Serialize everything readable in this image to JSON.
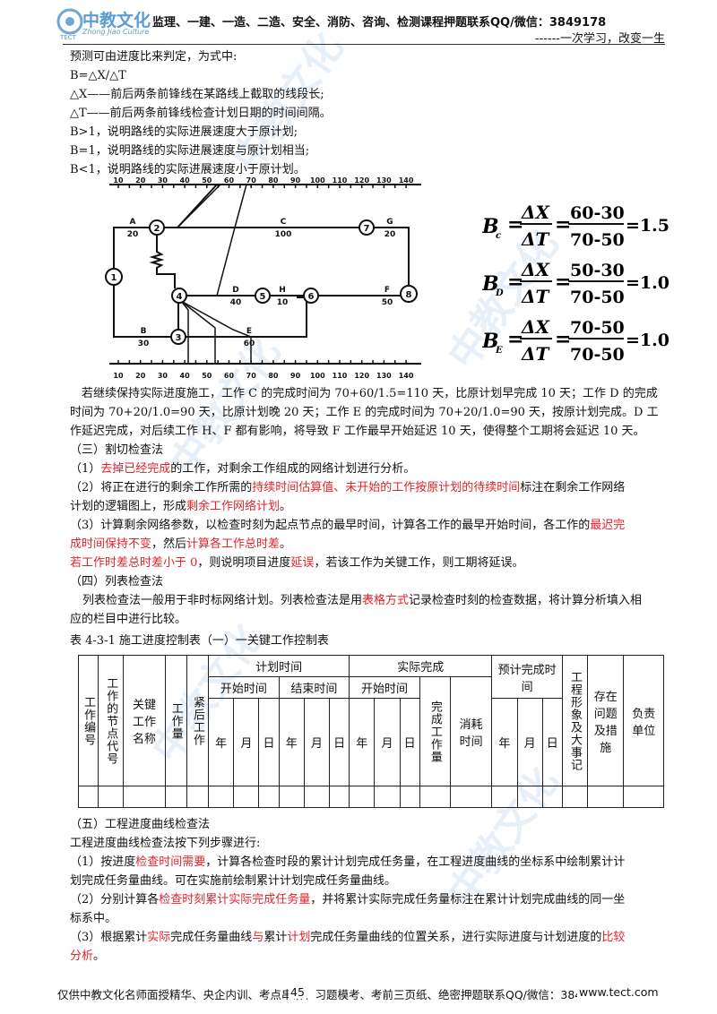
{
  "header": {
    "logo_cn": "中教文化",
    "logo_en": "Zhong Jiao Culture",
    "logo_sub": "TECT",
    "title": "监理、一建、一造、二造、安全、消防、咨询、检测课程押题联系QQ/微信：3849178",
    "slogan": "------一次学习，改变一生"
  },
  "body": {
    "l1": "预测可由进度比来判定，为式中:",
    "l2": "B=△X/△T",
    "l3": "△X——前后两条前锋线在某路线上截取的线段长;",
    "l4": "△T——前后两条前锋线检查计划日期的时间间隔。",
    "l5": "B>1，说明路线的实际进展速度大于原计划;",
    "l6": "B=1，说明路线的实际进展速度与原计划相当;",
    "l7": "B<1，说明路线的实际进展速度小于原计划。",
    "p1": "若继续保持实际进度施工，工作 C 的完成时间为 70+60/1.5=110 天，比原计划早完成 10 天；工作 D 的完成时间为 70+20/1.0=90 天，比原计划晚 20 天；工作 E 的完成时间为 70+20/1.0=90 天，按原计划完成。D 工作延迟完成，对后续工作 H、F 都有影响，将导致 F 工作最早开始延迟 10 天，使得整个工期将会延迟 10 天。",
    "s3": "（三）割切检查法",
    "s3_1a": "（1）",
    "s3_1b": "去掉已经完成",
    "s3_1c": "的工作，对剩余工作组成的网络计划进行分析。",
    "s3_2a": "（2）将正在进行的剩余工作所需的",
    "s3_2b": "持续时间估算值、未开始的工作按原计划的待续时间",
    "s3_2c": "标注在剩余工作网络",
    "s3_2d": "计划的逻辑图上，形成",
    "s3_2e": "剩余工作网络计划",
    "s3_2f": "。",
    "s3_3a": "（3）计算剩余网络参数，以检查时刻为起点节点的最早时间，计算各工作的最早开始时间，各工作的",
    "s3_3b": "最迟完",
    "s3_3c": "成时间保持不变",
    "s3_3d": "，然后",
    "s3_3e": "计算各工作总时差",
    "s3_3f": "。",
    "s3_4a": "若工作时差总时差小于 0",
    "s3_4b": "，则说明项目进度",
    "s3_4c": "延误",
    "s3_4d": "，若该工作为关键工作，则工期将延误。",
    "s4": "（四）列表检查法",
    "s4_1a": "列表检查法一般用于非时标网络计划。列表检查法是用",
    "s4_1b": "表格方式",
    "s4_1c": "记录检查时刻的检查数据，将计算分析填入相",
    "s4_1d": "应的栏目中进行比较。",
    "table_caption": "表 4-3-1   施工进度控制表（一）一关键工作控制表",
    "s5": "（五）工程进度曲线检查法",
    "s5_0": "工程进度曲线检查法按下列步骤进行:",
    "s5_1a": "（1）按进度",
    "s5_1b": "检查时间需要",
    "s5_1c": "，计算各检查时段的累计计划完成任务量，在工程进度曲线的坐标系中绘制累计计",
    "s5_1d": "划完成任务量曲线。可在实施前绘制累计计划完成任务量曲线。",
    "s5_2a": "（2）分别计算各",
    "s5_2b": "检查时刻累计实际完成任务量",
    "s5_2c": "，并将累计实际完成任务量标注在累计计划完成曲线的同一坐",
    "s5_2d": "标系中。",
    "s5_3a": "（3）根据累计",
    "s5_3b": "实际",
    "s5_3c": "完成任务量曲线",
    "s5_3d": "与",
    "s5_3e": "累计",
    "s5_3f": "计划",
    "s5_3g": "完成任务量曲线的位置关系，进行实际进度与计划进度的",
    "s5_3h": "比较",
    "s5_3i": "分析",
    "s5_3j": "。"
  },
  "table": {
    "c_no": "工作编号",
    "c_code": "工作的节点代号",
    "c_name": "关键工作名称",
    "c_qty": "工作量",
    "c_next": "紧后工作",
    "plan": "计划时间",
    "actual": "实际完成",
    "forecast": "预计完成时间",
    "c_desc": "工程形象及大事记",
    "c_issue": "存在问题及措施",
    "c_dept": "负责单位",
    "start": "开始时间",
    "end": "结束时间",
    "a_start": "开始时间",
    "a_qty": "完成工作量",
    "a_time": "消耗时间",
    "y": "年",
    "m": "月",
    "d": "日"
  },
  "network": {
    "ticks": [
      "10",
      "20",
      "30",
      "40",
      "50",
      "60",
      "70",
      "80",
      "90",
      "100",
      "110",
      "120",
      "130",
      "140"
    ],
    "nodes": [
      "1",
      "2",
      "3",
      "4",
      "5",
      "6",
      "7",
      "8"
    ],
    "labels": {
      "A": "A",
      "A_d": "20",
      "C": "C",
      "C_d": "100",
      "G": "G",
      "G_d": "20",
      "B": "B",
      "B_d": "30",
      "D": "D",
      "D_d": "40",
      "H": "H",
      "H_d": "10",
      "E": "E",
      "E_d": "60",
      "F": "F",
      "F_d": "50"
    }
  },
  "formulas": {
    "b1": {
      "sym": "B",
      "sub": "c",
      "num": "ΔX",
      "den": "ΔT",
      "vnum": "60-30",
      "vden": "70-50",
      "res": "=1.5"
    },
    "b2": {
      "sym": "B",
      "sub": "D",
      "num": "ΔX",
      "den": "ΔT",
      "vnum": "50-30",
      "vden": "70-50",
      "res": "=1.0"
    },
    "b3": {
      "sym": "B",
      "sub": "E",
      "num": "ΔX",
      "den": "ΔT",
      "vnum": "70-50",
      "vden": "70-50",
      "res": "=1.0"
    }
  },
  "footer": {
    "text": "仅供中教文化名师面授精华、央企内训、考点串讲、习题模考、考前三页纸、绝密押题联系QQ/微信：3849178",
    "page": "45",
    "site": "www.tect.com"
  }
}
